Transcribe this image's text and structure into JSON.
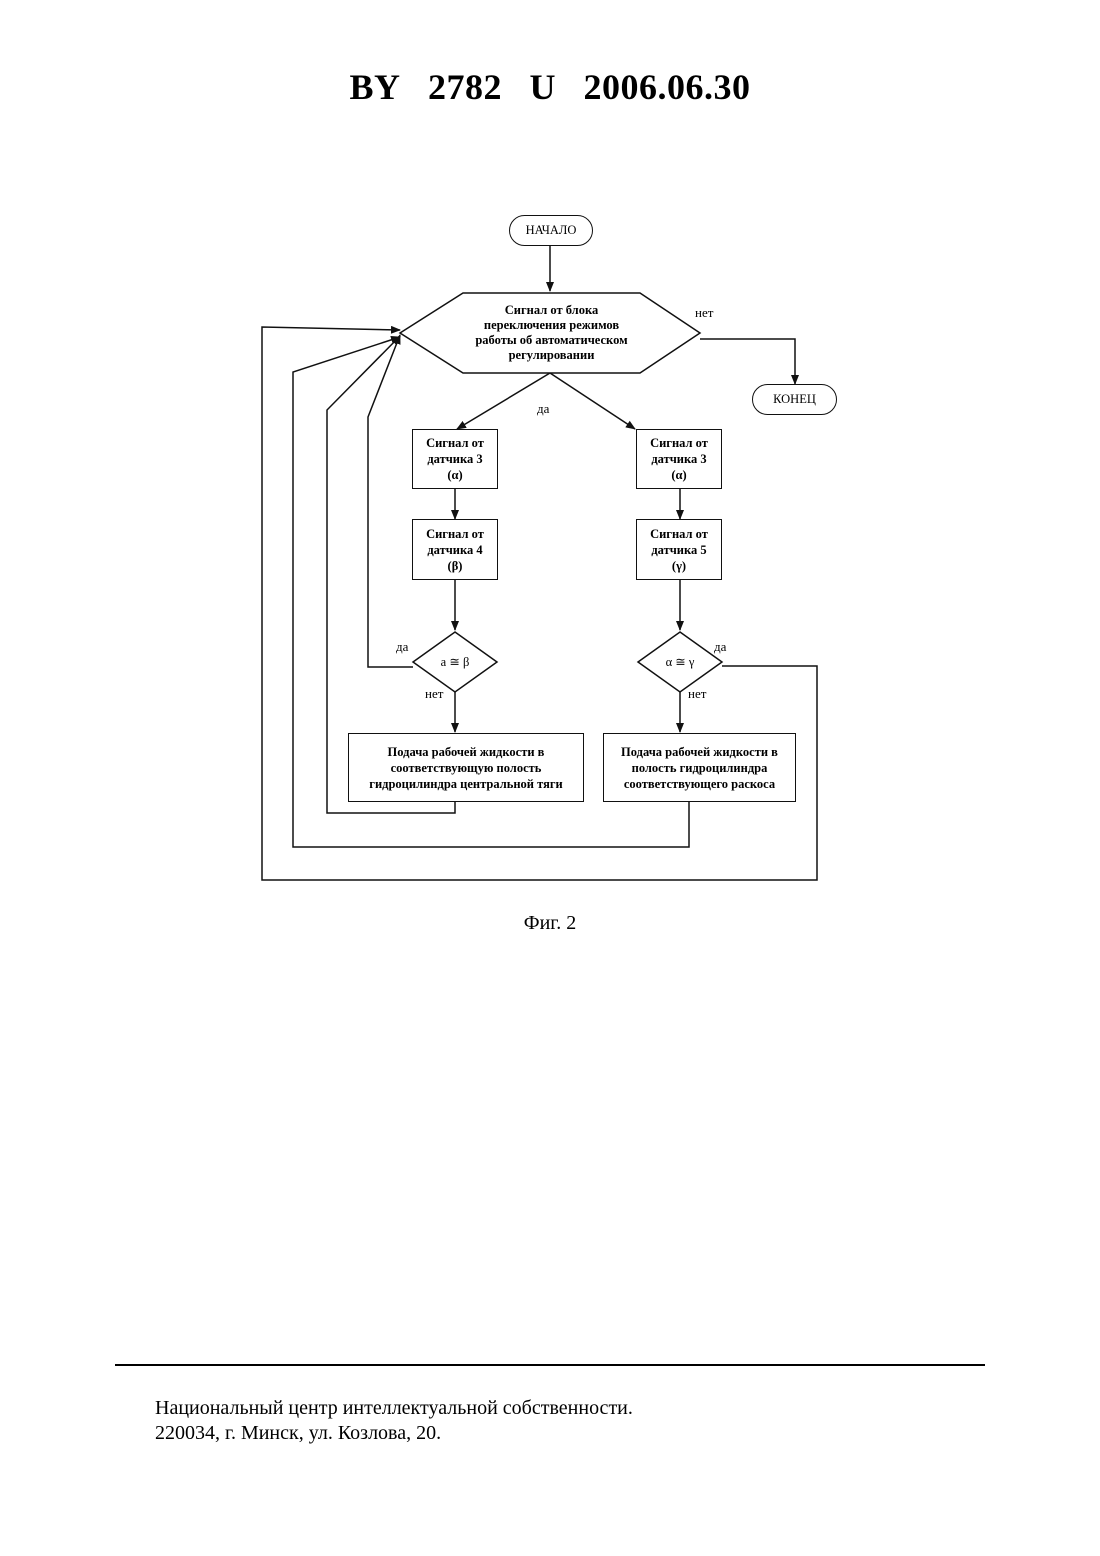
{
  "header": {
    "country": "BY",
    "number": "2782",
    "kind": "U",
    "date": "2006.06.30"
  },
  "flowchart": {
    "start": "НАЧАЛО",
    "end": "КОНЕЦ",
    "decision_main": {
      "lines": [
        "Сигнал от блока",
        "переключения режимов",
        "работы об автоматическом",
        "регулировании"
      ]
    },
    "label_no_main": "нет",
    "label_yes_main": "да",
    "left_branch": {
      "sensor_a": [
        "Сигнал от",
        "датчика 3",
        "(α)"
      ],
      "sensor_b": [
        "Сигнал от",
        "датчика 4",
        "(β)"
      ],
      "condition": "a ≅ β",
      "label_yes": "да",
      "label_no": "нет",
      "action": [
        "Подача рабочей жидкости в",
        "соответствующую полость",
        "гидроцилиндра центральной тяги"
      ]
    },
    "right_branch": {
      "sensor_a": [
        "Сигнал от",
        "датчика 3",
        "(α)"
      ],
      "sensor_b": [
        "Сигнал от",
        "датчика 5",
        "(γ)"
      ],
      "condition": "α ≅ γ",
      "label_yes": "да",
      "label_no": "нет",
      "action": [
        "Подача рабочей жидкости в",
        "полость гидроцилиндра",
        "соответствующего раскоса"
      ]
    }
  },
  "caption": "Фиг. 2",
  "footer": {
    "line1": "Национальный центр интеллектуальной собственности.",
    "line2": "220034, г. Минск, ул. Козлова, 20."
  }
}
